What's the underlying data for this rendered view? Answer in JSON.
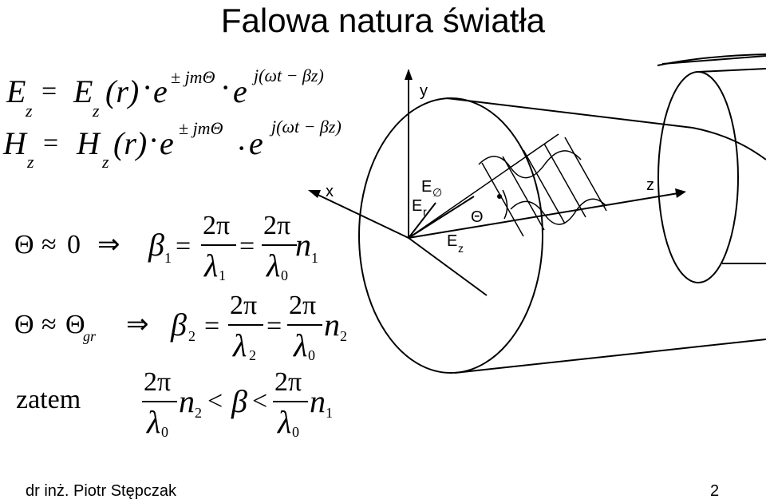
{
  "slide": {
    "title": "Falowa natura światła",
    "footer_author": "dr inż. Piotr Stępczak",
    "page_number": "2"
  },
  "equations": {
    "ez": {
      "lhs": "E",
      "lhs_sub": "z",
      "rhs": "E",
      "rhs_sub": "z",
      "arg": "(r)",
      "e": "e",
      "exp1": "± jmΘ",
      "exp2": "j(ωt − βz)"
    },
    "hz": {
      "lhs": "H",
      "lhs_sub": "z",
      "rhs": "H",
      "rhs_sub": "z",
      "arg": "(r)",
      "e": "e",
      "exp1": "± jmΘ",
      "exp2": "j(ωt − βz)"
    },
    "row1": {
      "cond_lhs": "Θ",
      "approx": "≈",
      "cond_rhs": "0",
      "implies": "⇒",
      "beta": "β",
      "beta_sub": "1",
      "equals": "=",
      "two_pi": "2π",
      "lambda": "λ",
      "lambda_sub1": "1",
      "lambda_sub0": "0",
      "n": "n",
      "n_sub": "1"
    },
    "row2": {
      "cond_lhs": "Θ",
      "approx": "≈",
      "cond_rhs": "Θ",
      "cond_rhs_sub": "gr",
      "implies": "⇒",
      "beta": "β",
      "beta_sub": "2",
      "equals": "=",
      "two_pi": "2π",
      "lambda": "λ",
      "lambda_sub2": "2",
      "lambda_sub0": "0",
      "n": "n",
      "n_sub": "2"
    },
    "row3": {
      "word": "zatem",
      "two_pi": "2π",
      "lambda": "λ",
      "lambda_sub0": "0",
      "n": "n",
      "n_sub_left": "2",
      "less": "<",
      "beta": "β",
      "n_sub_right": "1"
    }
  },
  "diagram": {
    "axis_y": "y",
    "axis_x": "x",
    "axis_z": "z",
    "e_phi": "E",
    "e_phi_sub": "∅",
    "e_r": "E",
    "e_r_sub": "r",
    "e_z": "E",
    "e_z_sub": "z",
    "theta": "Θ"
  }
}
